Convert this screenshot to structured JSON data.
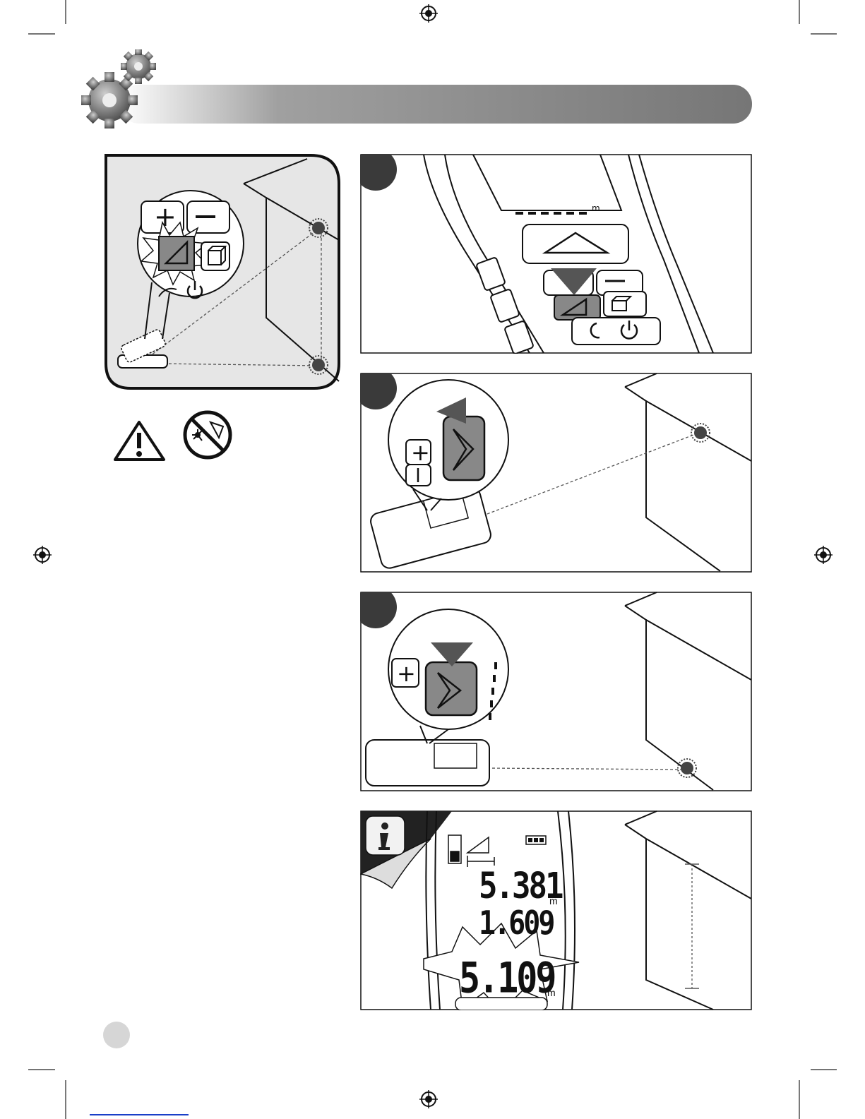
{
  "page": {
    "header_bar": {
      "accent": "#7a7a7a",
      "icon": "gears-icon"
    },
    "overview": {
      "button_labels": [
        "+",
        "−"
      ],
      "icons": [
        "triangle-measure-icon",
        "area-icon",
        "clear-icon",
        "power-icon"
      ]
    },
    "warnings": {
      "icons": [
        "warning-triangle-icon",
        "no-laser-eye-icon"
      ]
    },
    "steps": [
      {
        "panel": "step-1",
        "display_unit": "m",
        "icons": [
          "arrow-up-icon",
          "triangle-measure-icon",
          "area-icon",
          "clear-icon",
          "power-icon"
        ]
      },
      {
        "panel": "step-2",
        "icons": [
          "measure-button-icon",
          "plus-icon",
          "minus-icon"
        ]
      },
      {
        "panel": "step-3",
        "icons": [
          "measure-button-icon",
          "plus-icon"
        ]
      }
    ],
    "result_panel": {
      "icon": "info-icon",
      "display": {
        "line1": "5.381",
        "line2": "1.609",
        "line3": "5.109",
        "unit": "m"
      }
    }
  }
}
